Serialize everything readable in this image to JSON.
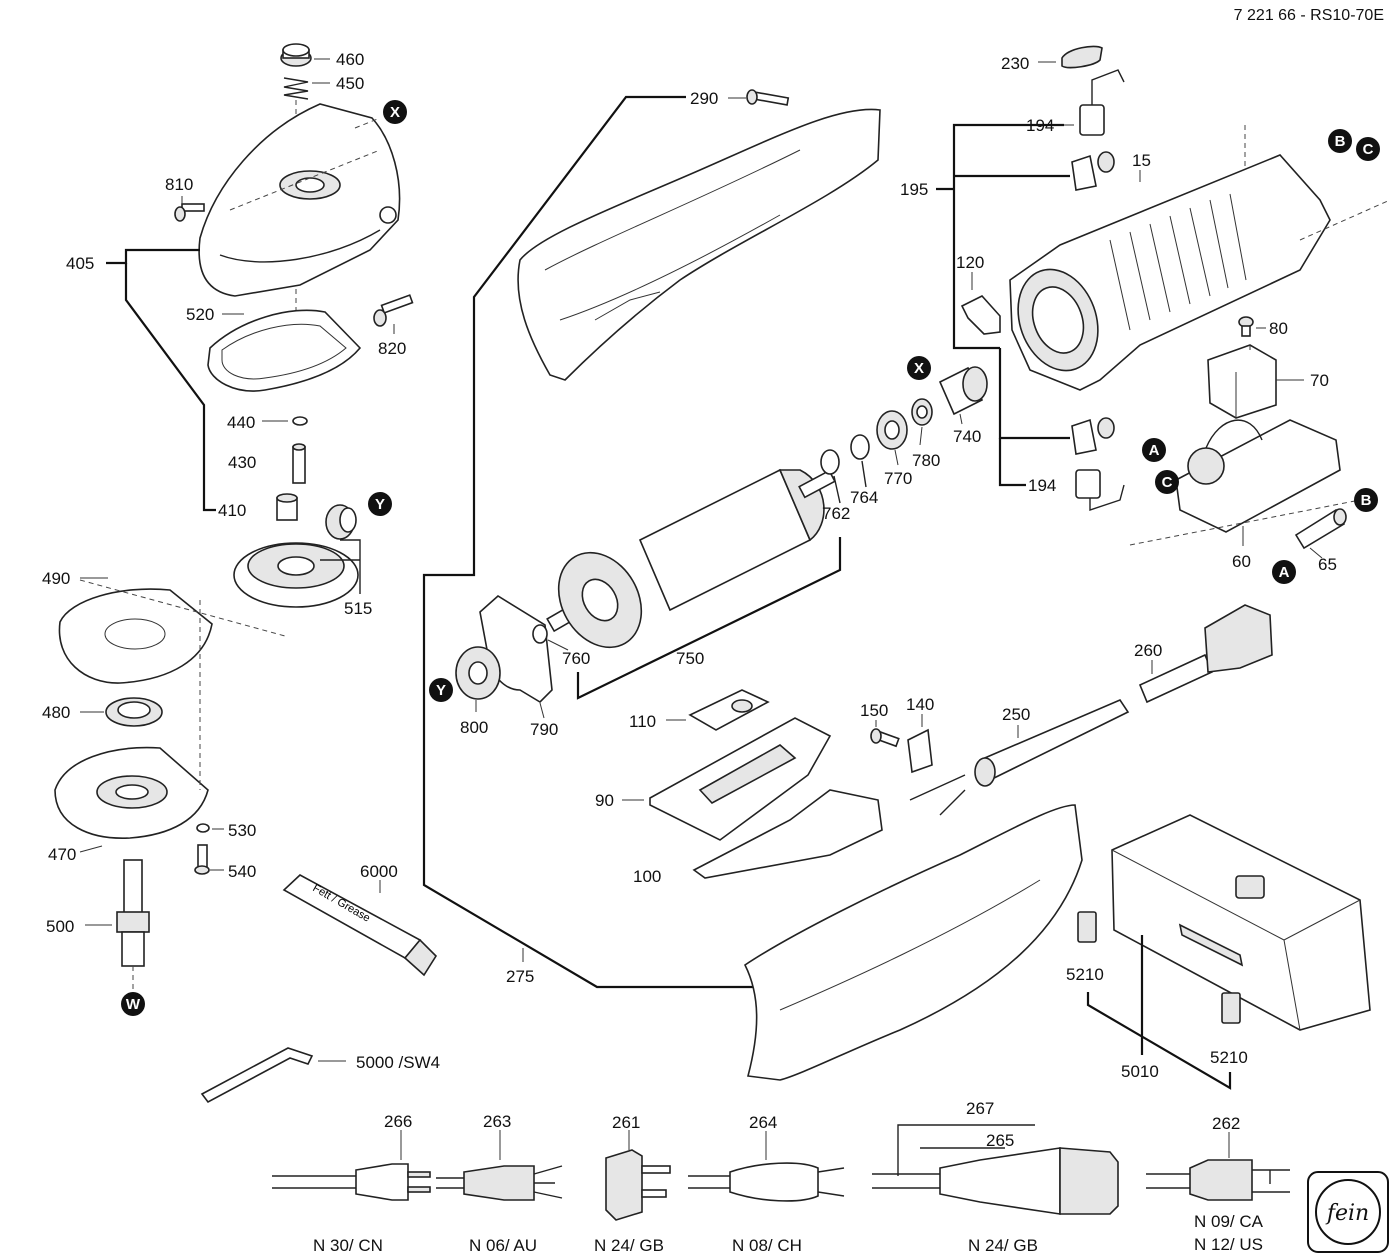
{
  "header": {
    "doc_id": "7 221 66 - RS10-70E"
  },
  "parts": {
    "p460": "460",
    "p450": "450",
    "p810": "810",
    "p405": "405",
    "p520": "520",
    "p820": "820",
    "p440": "440",
    "p430": "430",
    "p410": "410",
    "p515": "515",
    "p490": "490",
    "p480": "480",
    "p470": "470",
    "p530": "530",
    "p540": "540",
    "p500": "500",
    "p6000": "6000",
    "p275": "275",
    "p5000": "5000 /SW4",
    "p290": "290",
    "p750": "750",
    "p760": "760",
    "p790": "790",
    "p800": "800",
    "p762": "762",
    "p764": "764",
    "p770": "770",
    "p780": "780",
    "p740": "740",
    "p110": "110",
    "p90": "90",
    "p100": "100",
    "p150": "150",
    "p140": "140",
    "p250": "250",
    "p260": "260",
    "p230": "230",
    "p194a": "194",
    "p194b": "194",
    "p195": "195",
    "p15": "15",
    "p120": "120",
    "p80": "80",
    "p70": "70",
    "p60": "60",
    "p65": "65",
    "p5210a": "5210",
    "p5210b": "5210",
    "p5010": "5010",
    "p266": "266",
    "p263": "263",
    "p261": "261",
    "p264": "264",
    "p267": "267",
    "p265": "265",
    "p262": "262"
  },
  "grease_text": "Fett / Grease",
  "markers": {
    "X": "X",
    "Y": "Y",
    "W": "W",
    "A": "A",
    "B": "B",
    "C": "C"
  },
  "plugs": {
    "n30": "N 30/ CN",
    "n06": "N 06/ AU",
    "n24a": "N 24/ GB",
    "n08": "N 08/ CH",
    "n24b": "N 24/ GB",
    "n09": "N 09/ CA",
    "n12": "N 12/ US"
  },
  "logo_text": "fein"
}
